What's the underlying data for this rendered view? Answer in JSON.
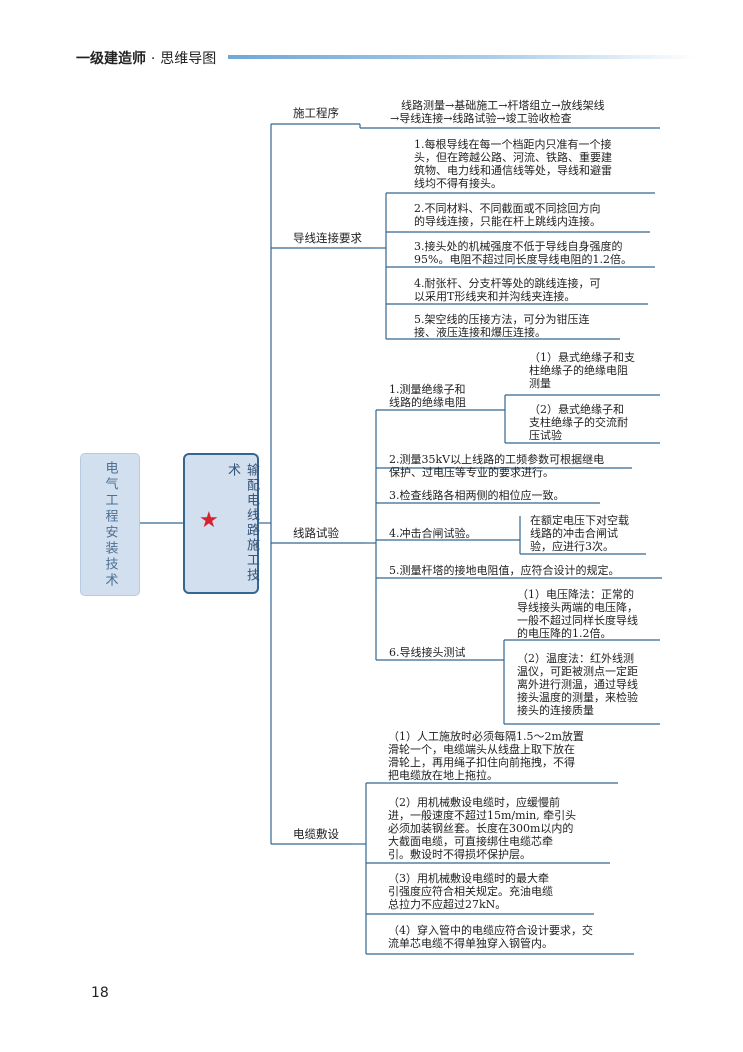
{
  "header": {
    "title": "一级建造师",
    "dot": "·",
    "subtitle": "思维导图"
  },
  "page_number": "18",
  "root": {
    "label": "电气工程安装技术"
  },
  "main": {
    "label": "输配电线路施工技术"
  },
  "branches": {
    "construction": {
      "label": "施工程序",
      "text": [
        "线路测量→基础施工→杆塔组立→放线架线",
        "→导线连接→线路试验→竣工验收检查"
      ]
    },
    "wire_connection": {
      "label": "导线连接要求",
      "items": [
        [
          "1.每根导线在每一个档距内只准有一个接",
          "头，但在跨越公路、河流、铁路、重要建",
          "筑物、电力线和通信线等处，导线和避雷",
          "线均不得有接头。"
        ],
        [
          "2.不同材料、不同截面或不同捻回方向",
          "的导线连接，只能在杆上跳线内连接。"
        ],
        [
          "3.接头处的机械强度不低于导线自身强度的",
          "95%。电阻不超过同长度导线电阻的1.2倍。"
        ],
        [
          "4.耐张杆、分支杆等处的跳线连接，可",
          "以采用T形线夹和并沟线夹连接。"
        ],
        [
          "5.架空线的压接方法，可分为钳压连",
          "接、液压连接和爆压连接。"
        ]
      ]
    },
    "line_test": {
      "label": "线路试验",
      "insulation": {
        "label": [
          "1.测量绝缘子和",
          "线路的绝缘电阻"
        ],
        "sub": [
          [
            "（1）悬式绝缘子和支",
            "柱绝缘子的绝缘电阻",
            "测量"
          ],
          [
            "（2）悬式绝缘子和",
            "支柱绝缘子的交流耐",
            "压试验"
          ]
        ]
      },
      "item2": [
        "2.测量35kV以上线路的工频参数可根据继电",
        "保护、过电压等专业的要求进行。"
      ],
      "item3": [
        "3.检查线路各相两侧的相位应一致。"
      ],
      "item4": {
        "label": "4.冲击合闸试验。",
        "note": [
          "在额定电压下对空载",
          "线路的冲击合闸试",
          "验，应进行3次。"
        ]
      },
      "item5": [
        "5.测量杆塔的接地电阻值，应符合设计的规定。"
      ],
      "item6": {
        "label": "6.导线接头测试",
        "sub": [
          [
            "（1）电压降法：正常的",
            "导线接头两端的电压降，",
            "一般不超过同样长度导线",
            "的电压降的1.2倍。"
          ],
          [
            "（2）温度法：红外线测",
            "温仪，可距被测点一定距",
            "离外进行测温，通过导线",
            "接头温度的测量，来检验",
            "接头的连接质量"
          ]
        ]
      }
    },
    "cable": {
      "label": "电缆敷设",
      "items": [
        [
          "（1）人工施放时必须每隔1.5～2m放置",
          "滑轮一个，电缆端头从线盘上取下放在",
          "滑轮上，再用绳子扣住向前拖拽，不得",
          "把电缆放在地上拖拉。"
        ],
        [
          "（2）用机械敷设电缆时，应缓慢前",
          "进，一般速度不超过15m/min, 牵引头",
          "必须加装钢丝套。长度在300m以内的",
          "大截面电缆，可直接绑住电缆芯牵",
          "引。敷设时不得损坏保护层。"
        ],
        [
          "（3）用机械敷设电缆时的最大牵",
          "引强度应符合相关规定。充油电缆",
          "总拉力不应超过27kN。"
        ],
        [
          "（4）穿入管中的电缆应符合设计要求，交",
          "流单芯电缆不得单独穿入钢管内。"
        ]
      ]
    }
  },
  "colors": {
    "line": "#35668f",
    "box_fill": "#d2dfee",
    "star": "#d7212f",
    "header_bar": "#6fa8d6"
  }
}
